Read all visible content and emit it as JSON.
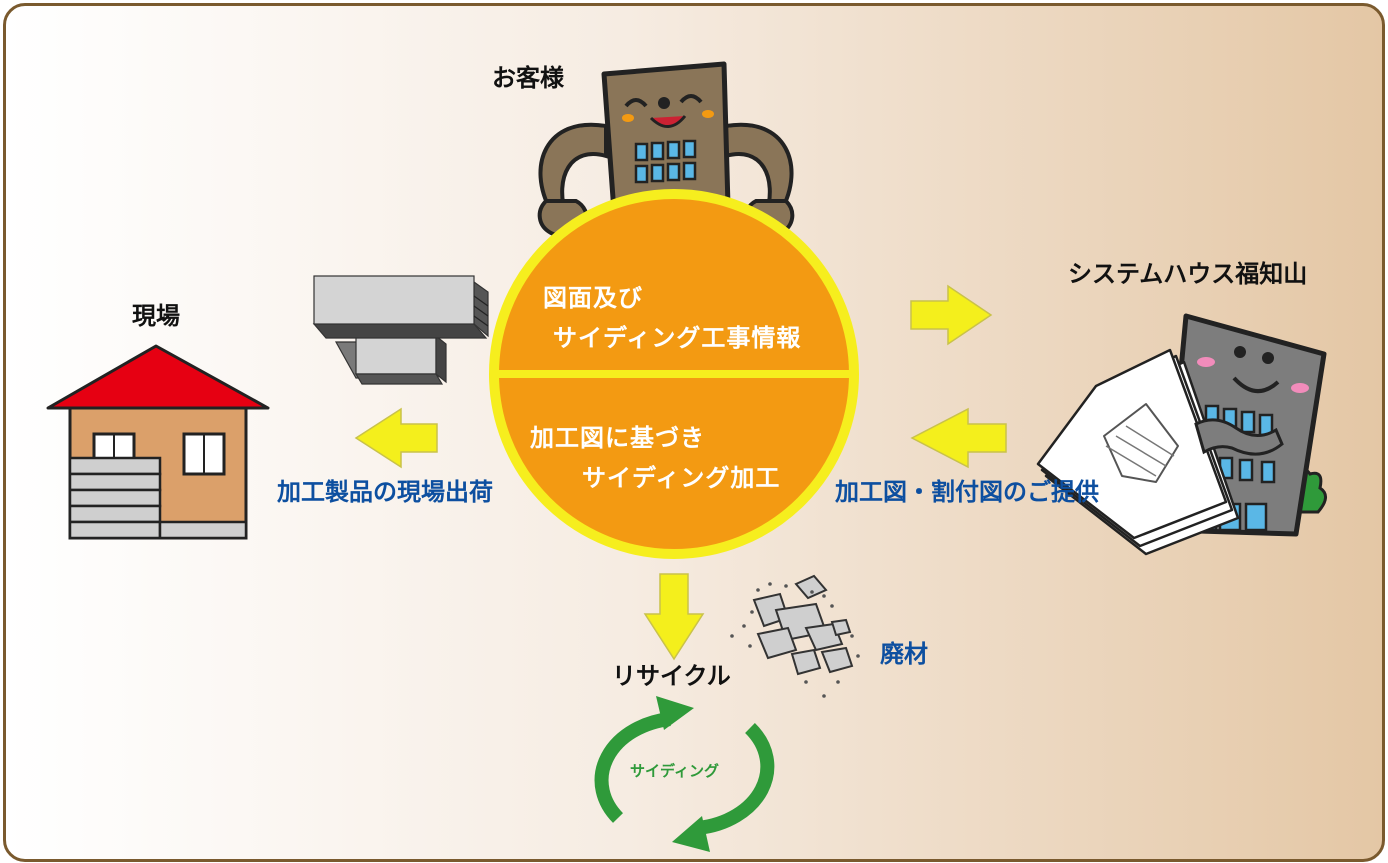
{
  "labels": {
    "customer": "お客様",
    "system_house": "システムハウス福知山",
    "site": "現場",
    "circle_top_line1": "図面及び",
    "circle_top_line2": "サイディング工事情報",
    "circle_bottom_line1": "加工図に基づき",
    "circle_bottom_line2": "サイディング加工",
    "shipment": "加工製品の現場出荷",
    "drawings_provided": "加工図・割付図のご提供",
    "waste": "廃材",
    "recycle": "リサイクル",
    "recycle_cycle": "サイディング"
  },
  "icons": {
    "customer": "customer-building-mascot-icon",
    "system_house": "company-building-mascot-icon",
    "site": "house-icon",
    "panels": "siding-panels-icon",
    "waste": "waste-rubble-icon",
    "recycle": "recycle-cycle-icon"
  },
  "colors": {
    "circle": "#f39a12",
    "circle_border": "#f6ee1e",
    "arrow": "#f4ef1c",
    "blue_text": "#0d4fa0",
    "recycle_green": "#2f9a3a",
    "frame": "#7a5a2e",
    "roof": "#e60012"
  }
}
